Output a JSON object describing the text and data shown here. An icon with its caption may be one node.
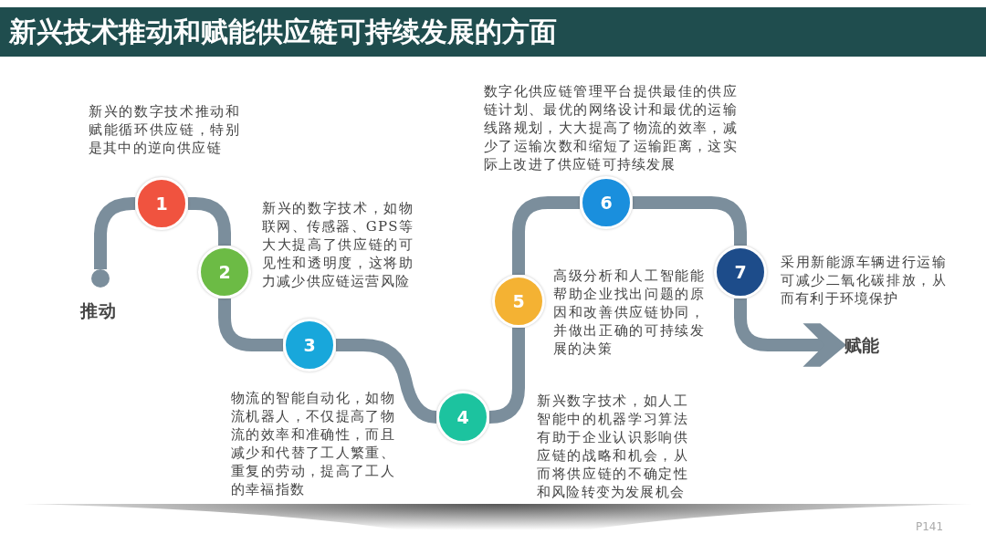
{
  "diagram": {
    "title": "新兴技术推动和赋能供应链可持续发展的方面",
    "nodes": [
      {
        "text": [],
        "shape": "circle",
        "beside": [
          "推动"
        ]
      },
      {
        "text": [
          "1"
        ],
        "beside": [
          "新兴的数字技术推动和赋能循环供应链，特别是其中的逆向供应链"
        ]
      },
      {
        "text": [
          "2"
        ],
        "beside": [
          "新兴的数字技术，如物联网、传感器、GPS等大大提高了供应链的可见性和透明度，这将助力减少供应链运营风险"
        ]
      },
      {
        "text": [
          "3"
        ],
        "beside": [
          "物流的智能自动化，如物流机器人，不仅提高了物流的效率和准确性，而且减少和代替了工人繁重、重复的劳动，提高了工人的幸福指数"
        ]
      },
      {
        "text": [
          "4"
        ],
        "beside": [
          "新兴数字技术，如人工智能中的机器学习算法有助于企业认识影响供应链的战略和机会，从而将供应链的不确定性和风险转变为发展机会"
        ]
      },
      {
        "text": [
          "5"
        ],
        "beside": [
          "高级分析和人工智能能帮助企业找出问题的原因和改善供应链协同，并做出正确的可持续发展的决策"
        ]
      },
      {
        "text": [
          "6"
        ],
        "beside": [
          "数字化供应链管理平台提供最佳的供应链计划、最优的网络设计和最优的运输线路规划，大大提高了物流的效率，减少了运输次数和缩短了运输距离，这实际上改进了供应链可持续发展"
        ]
      },
      {
        "text": [
          "7"
        ],
        "beside": [
          "采用新能源车辆进行运输可减少二氧化碳排放，从而有利于环境保护"
        ]
      },
      {
        "text": [
          "赋能"
        ]
      }
    ],
    "edges": [
      {
        "from": 0,
        "to": 1,
        "arrow": "none"
      },
      {
        "from": 1,
        "to": 2,
        "arrow": "none"
      },
      {
        "from": 2,
        "to": 3,
        "arrow": "none"
      },
      {
        "from": 3,
        "to": 4,
        "arrow": "none"
      },
      {
        "from": 4,
        "to": 5,
        "arrow": "none"
      },
      {
        "from": 5,
        "to": 6,
        "arrow": "none"
      },
      {
        "from": 6,
        "to": 7,
        "arrow": "none"
      },
      {
        "from": 7,
        "to": 8,
        "arrow": "to"
      }
    ],
    "labels": [
      "P141"
    ]
  }
}
